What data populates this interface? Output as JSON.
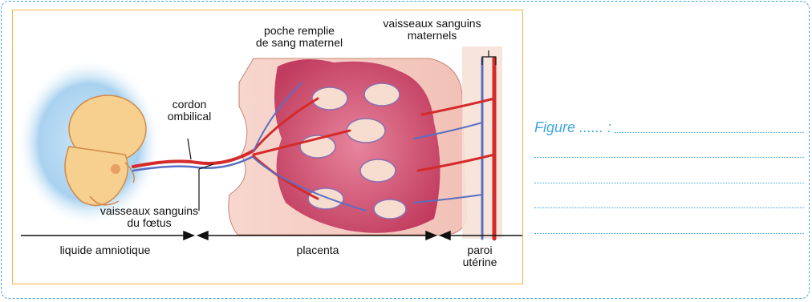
{
  "labels": {
    "poche": [
      "poche remplie",
      "de sang maternel"
    ],
    "vaisseaux_maternels": [
      "vaisseaux sanguins",
      "maternels"
    ],
    "cordon": [
      "cordon",
      "ombilical"
    ],
    "vaisseaux_foetus": [
      "vaisseaux sanguins",
      "du fœtus"
    ],
    "liquide": "liquide amniotique",
    "placenta": "placenta",
    "paroi": [
      "paroi",
      "utérine"
    ]
  },
  "caption": {
    "prefix": "Figure ...... :",
    "line_count": 5
  },
  "colors": {
    "frame": "#4aa3d8",
    "box_border": "#f3b445",
    "caption": "#3fa9dc",
    "artery": "#d42a2a",
    "vein": "#5b6fc2",
    "maternal_blood": "#c8305a",
    "tissue": "#f5d3c9",
    "amniotic": "#a9d2f0"
  }
}
